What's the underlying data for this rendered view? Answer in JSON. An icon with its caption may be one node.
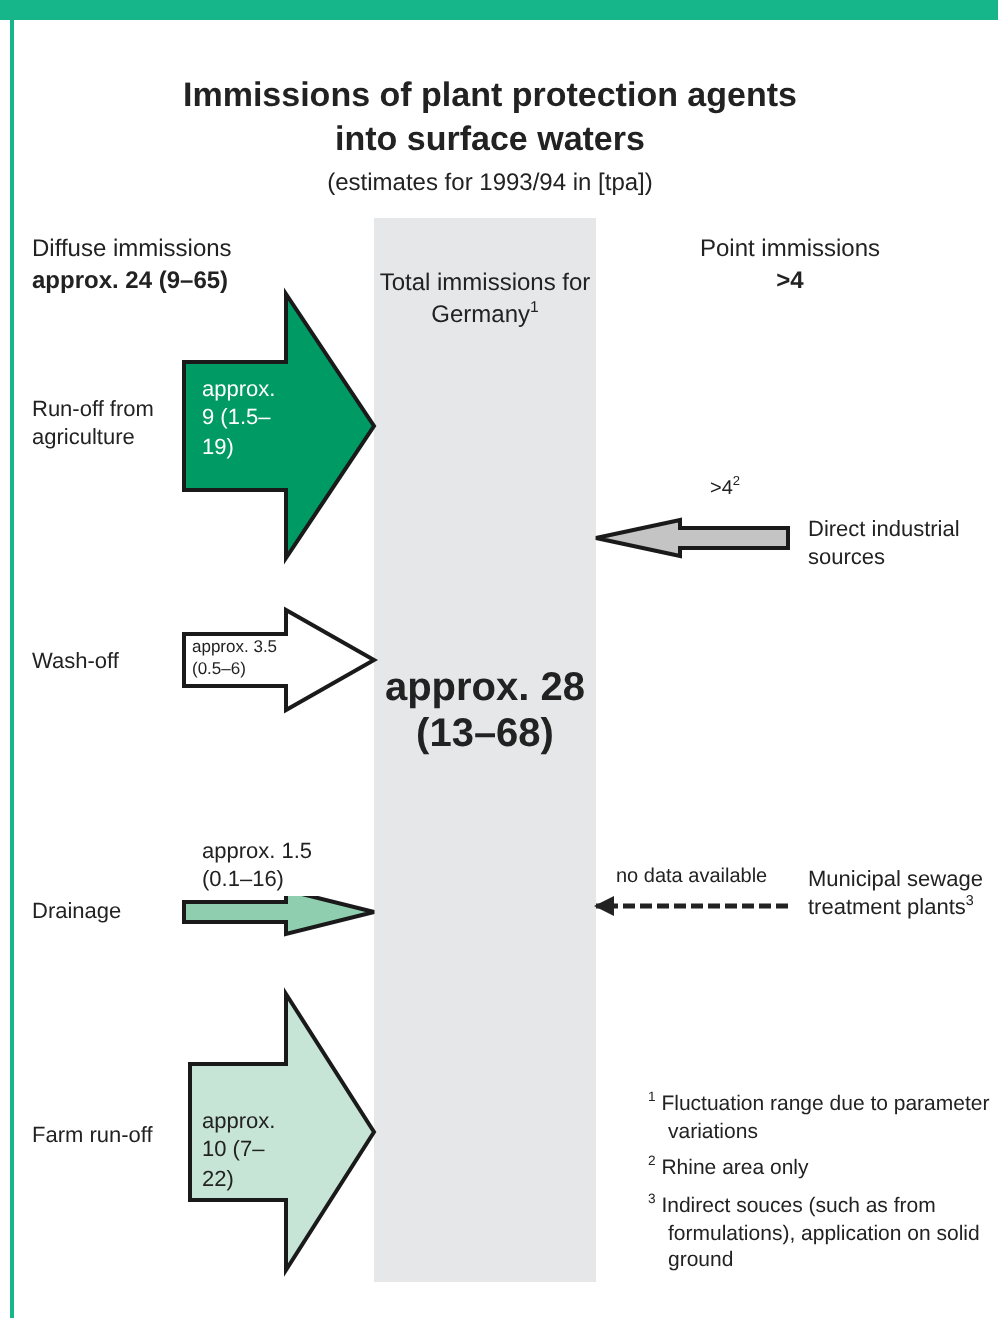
{
  "diagram": {
    "title": "Immissions of plant protection agents into surface waters",
    "nodes": [
      {
        "text": [
          "Total immissions for Germany$^{1}$",
          "approx. 28 (13–68)"
        ]
      },
      {
        "text": [
          "Run-off from agriculture"
        ]
      },
      {
        "text": [
          "Wash-off"
        ]
      },
      {
        "text": [
          "Drainage"
        ]
      },
      {
        "text": [
          "Farm run-off"
        ]
      },
      {
        "text": [
          "Direct industrial sources"
        ]
      },
      {
        "text": [
          "Municipal sewage treatment plants$^{3}$"
        ]
      }
    ],
    "edges": [
      {
        "from": 1,
        "to": 0,
        "arrow": "to",
        "label": "approx. 9 (1.5–19)",
        "style": "thick",
        "color": "#009a64"
      },
      {
        "from": 2,
        "to": 0,
        "arrow": "to",
        "label": "approx. 3.5 (0.5–6)",
        "style": "thick",
        "color": "#ffffff"
      },
      {
        "from": 3,
        "to": 0,
        "arrow": "to",
        "label": "approx. 1.5 (0.1–16)",
        "style": "thick",
        "color": "#8fcfb0"
      },
      {
        "from": 4,
        "to": 0,
        "arrow": "to",
        "label": "approx. 10 (7–22)",
        "style": "thick",
        "color": "#c6e5d6"
      },
      {
        "from": 5,
        "to": 0,
        "arrow": "to",
        "label": ">4$^{2}$",
        "style": "thick",
        "color": "#c4c4c4"
      },
      {
        "from": 6,
        "to": 0,
        "arrow": "to",
        "label": "no data available",
        "style": "dashed"
      }
    ],
    "labels": [
      "(estimates for 1993/94 in [tpa])",
      "Diffuse immissions",
      "approx. 24 (9–65)",
      "Point immissions",
      ">4",
      "$^{1}$ Fluctuation range due to parameter variations",
      "$^{2}$ Rhine area only",
      "$^{3}$ Indirect souces (such as from formulations), application on solid ground"
    ]
  }
}
